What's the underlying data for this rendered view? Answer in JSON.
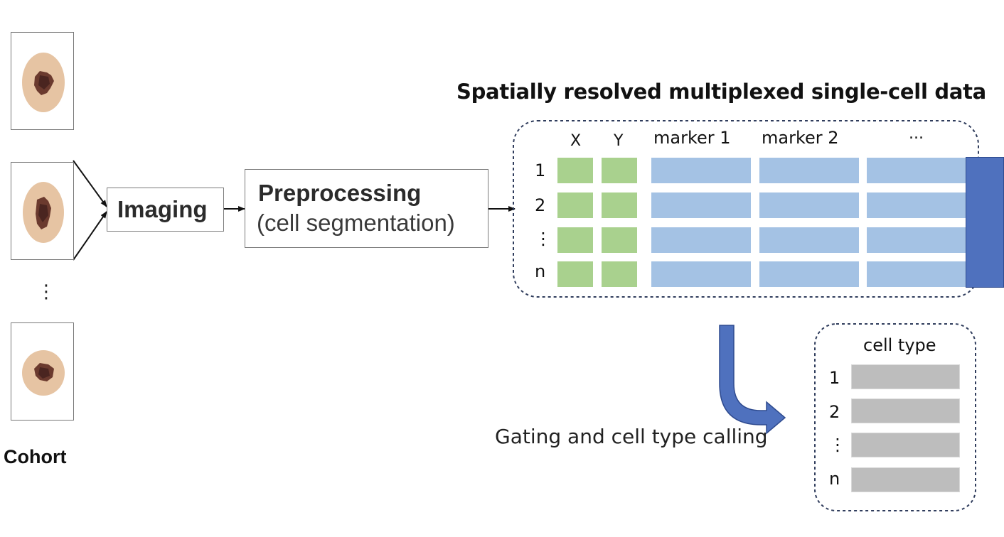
{
  "title": "Spatially resolved multiplexed single-cell data",
  "cohort_label": "Cohort",
  "cohort_ellipsis": "⋮",
  "imaging_label": "Imaging",
  "preprocessing": {
    "title": "Preprocessing",
    "subtitle": "(cell segmentation)"
  },
  "data_table": {
    "columns": [
      "X",
      "Y",
      "marker 1",
      "marker 2",
      "..."
    ],
    "rows": [
      "1",
      "2",
      "⋮",
      "n"
    ]
  },
  "gating_label": "Gating and cell type calling",
  "cell_type_table": {
    "column": "cell type",
    "rows": [
      "1",
      "2",
      "⋮",
      "n"
    ]
  },
  "colors": {
    "coord_cells": "#a9d18e",
    "marker_cells": "#a4c2e4",
    "celltype_cells": "#bdbdbd",
    "accent": "#4f71be",
    "dashed_border": "#2f3c5c"
  }
}
